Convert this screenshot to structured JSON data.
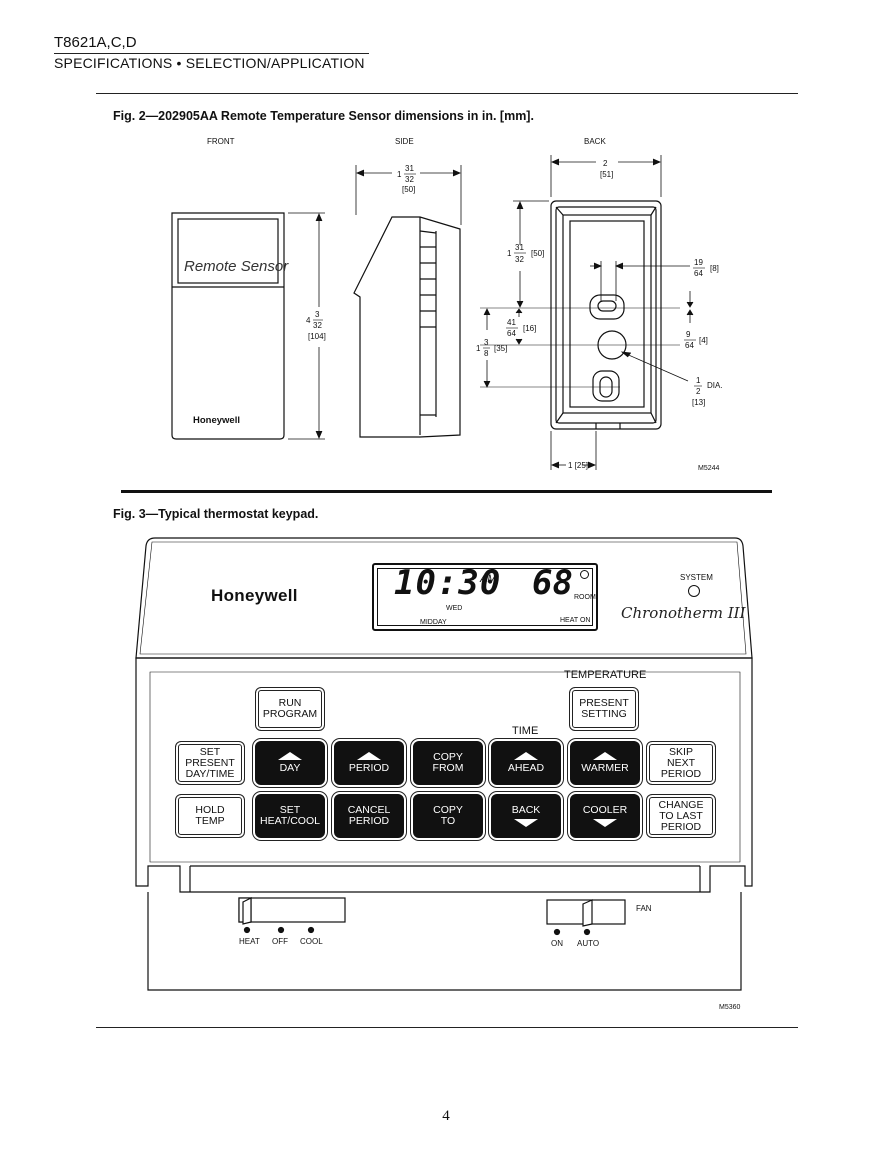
{
  "header": {
    "model": "T8621A,C,D",
    "section_left": "SPECIFICATIONS",
    "bullet": "•",
    "section_right": "SELECTION/APPLICATION"
  },
  "fig2": {
    "title": "Fig. 2—202905AA Remote Temperature Sensor dimensions in in. [mm].",
    "view_front": "FRONT",
    "view_side": "SIDE",
    "view_back": "BACK",
    "front_script": "Remote Sensor",
    "front_brand": "Honeywell",
    "dim_height_whole": "4",
    "dim_height_num": "3",
    "dim_height_den": "32",
    "dim_height_mm": "[104]",
    "dim_side_whole": "1",
    "dim_side_num": "31",
    "dim_side_den": "32",
    "dim_side_mm": "[50]",
    "dim_back_width": "2",
    "dim_back_width_mm": "[51]",
    "dim_back_top_whole": "1",
    "dim_back_top_num": "31",
    "dim_back_top_den": "32",
    "dim_back_top_mm": "[50]",
    "dim_19_num": "19",
    "dim_19_den": "64",
    "dim_19_mm": "[8]",
    "dim_41_num": "41",
    "dim_41_den": "64",
    "dim_41_mm": "[16]",
    "dim_138_whole": "1",
    "dim_138_num": "3",
    "dim_138_den": "8",
    "dim_138_mm": "[35]",
    "dim_9_num": "9",
    "dim_9_den": "64",
    "dim_9_mm": "[4]",
    "dim_dia_num": "1",
    "dim_dia_den": "2",
    "dim_dia_label": "DIA.",
    "dim_dia_mm": "[13]",
    "dim_bottom": "1 [25]",
    "code": "M5244"
  },
  "fig3": {
    "title": "Fig. 3—Typical thermostat keypad.",
    "brand": "Honeywell",
    "display_time": "10:30",
    "display_ampm": "AM",
    "display_temp": "68",
    "display_room": "ROOM",
    "display_day": "WED",
    "display_midday": "MIDDAY",
    "display_heaton": "HEAT ON",
    "system_label": "SYSTEM",
    "product_script": "Chronotherm III",
    "label_temperature": "TEMPERATURE",
    "label_time": "TIME",
    "keys": {
      "run_program": "RUN\nPROGRAM",
      "present_setting": "PRESENT\nSETTING",
      "set_present_day_time": "SET\nPRESENT\nDAY/TIME",
      "day": "DAY",
      "period": "PERIOD",
      "copy_from": "COPY\nFROM",
      "ahead": "AHEAD",
      "warmer": "WARMER",
      "skip_next_period": "SKIP\nNEXT\nPERIOD",
      "hold_temp": "HOLD\nTEMP",
      "set_heat_cool": "SET\nHEAT/COOL",
      "cancel_period": "CANCEL\nPERIOD",
      "copy_to": "COPY\nTO",
      "back": "BACK",
      "cooler": "COOLER",
      "change_to_last_period": "CHANGE\nTO LAST\nPERIOD"
    },
    "switch_system": {
      "heat": "HEAT",
      "off": "OFF",
      "cool": "COOL"
    },
    "switch_fan": {
      "label": "FAN",
      "on": "ON",
      "auto": "AUTO"
    },
    "code": "M5360"
  },
  "page_number": "4"
}
